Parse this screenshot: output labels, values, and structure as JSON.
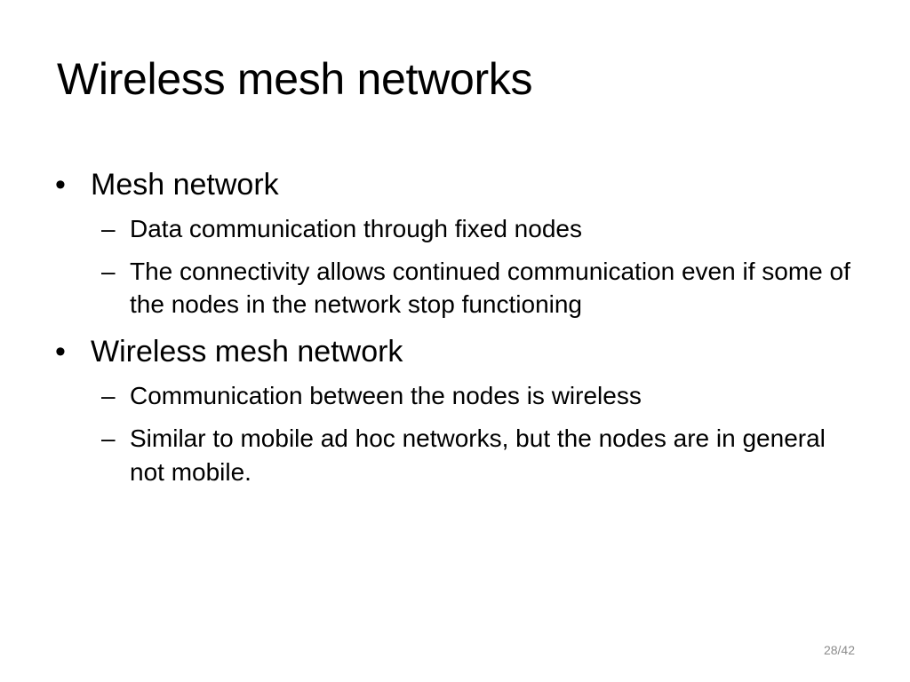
{
  "slide": {
    "title": "Wireless mesh networks",
    "bullet_marker": "•",
    "sub_marker": "–",
    "bullets": [
      {
        "text": "Mesh network",
        "subs": [
          "Data communication through fixed nodes",
          "The connectivity allows continued communication even if some of the nodes in the network stop functioning"
        ]
      },
      {
        "text": "Wireless mesh network",
        "subs": [
          "Communication between the nodes is wireless",
          "Similar to mobile ad hoc networks, but the nodes are in general not mobile."
        ]
      }
    ],
    "page_number": "28/42"
  }
}
